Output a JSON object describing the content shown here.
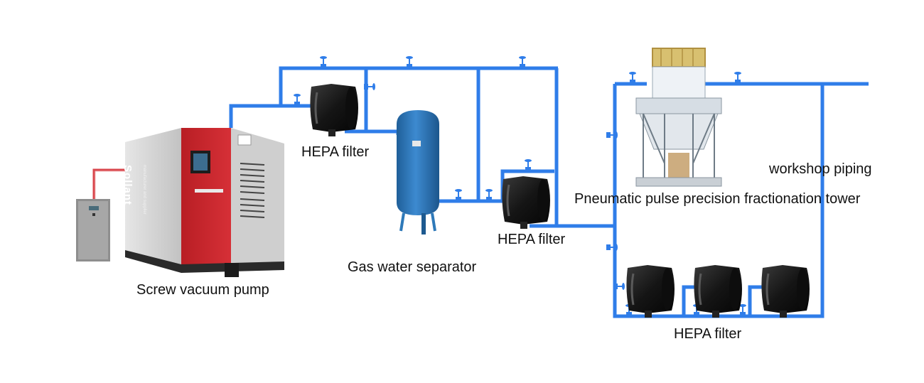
{
  "labels": {
    "screw_vacuum_pump": "Screw vacuum pump",
    "gas_water_separator": "Gas water separator",
    "hepa_filter_top": "HEPA filter",
    "hepa_filter_middle": "HEPA filter",
    "hepa_filter_bottom": "HEPA filter",
    "fractionation_tower": "Pneumatic pulse precision fractionation tower",
    "workshop_piping": "workshop piping"
  },
  "pump_brand": {
    "name": "Sollant",
    "subtitle": "manufacturer and supplier"
  },
  "colors": {
    "pipe": "#2f7de9",
    "valve": "#2f7de9",
    "electric_line": "#d9474d",
    "pump_red": "#c8242b",
    "pump_gray": "#d7d7d7",
    "separator_tank": "#2e79b9",
    "filter_body": "#1e1e1e"
  }
}
